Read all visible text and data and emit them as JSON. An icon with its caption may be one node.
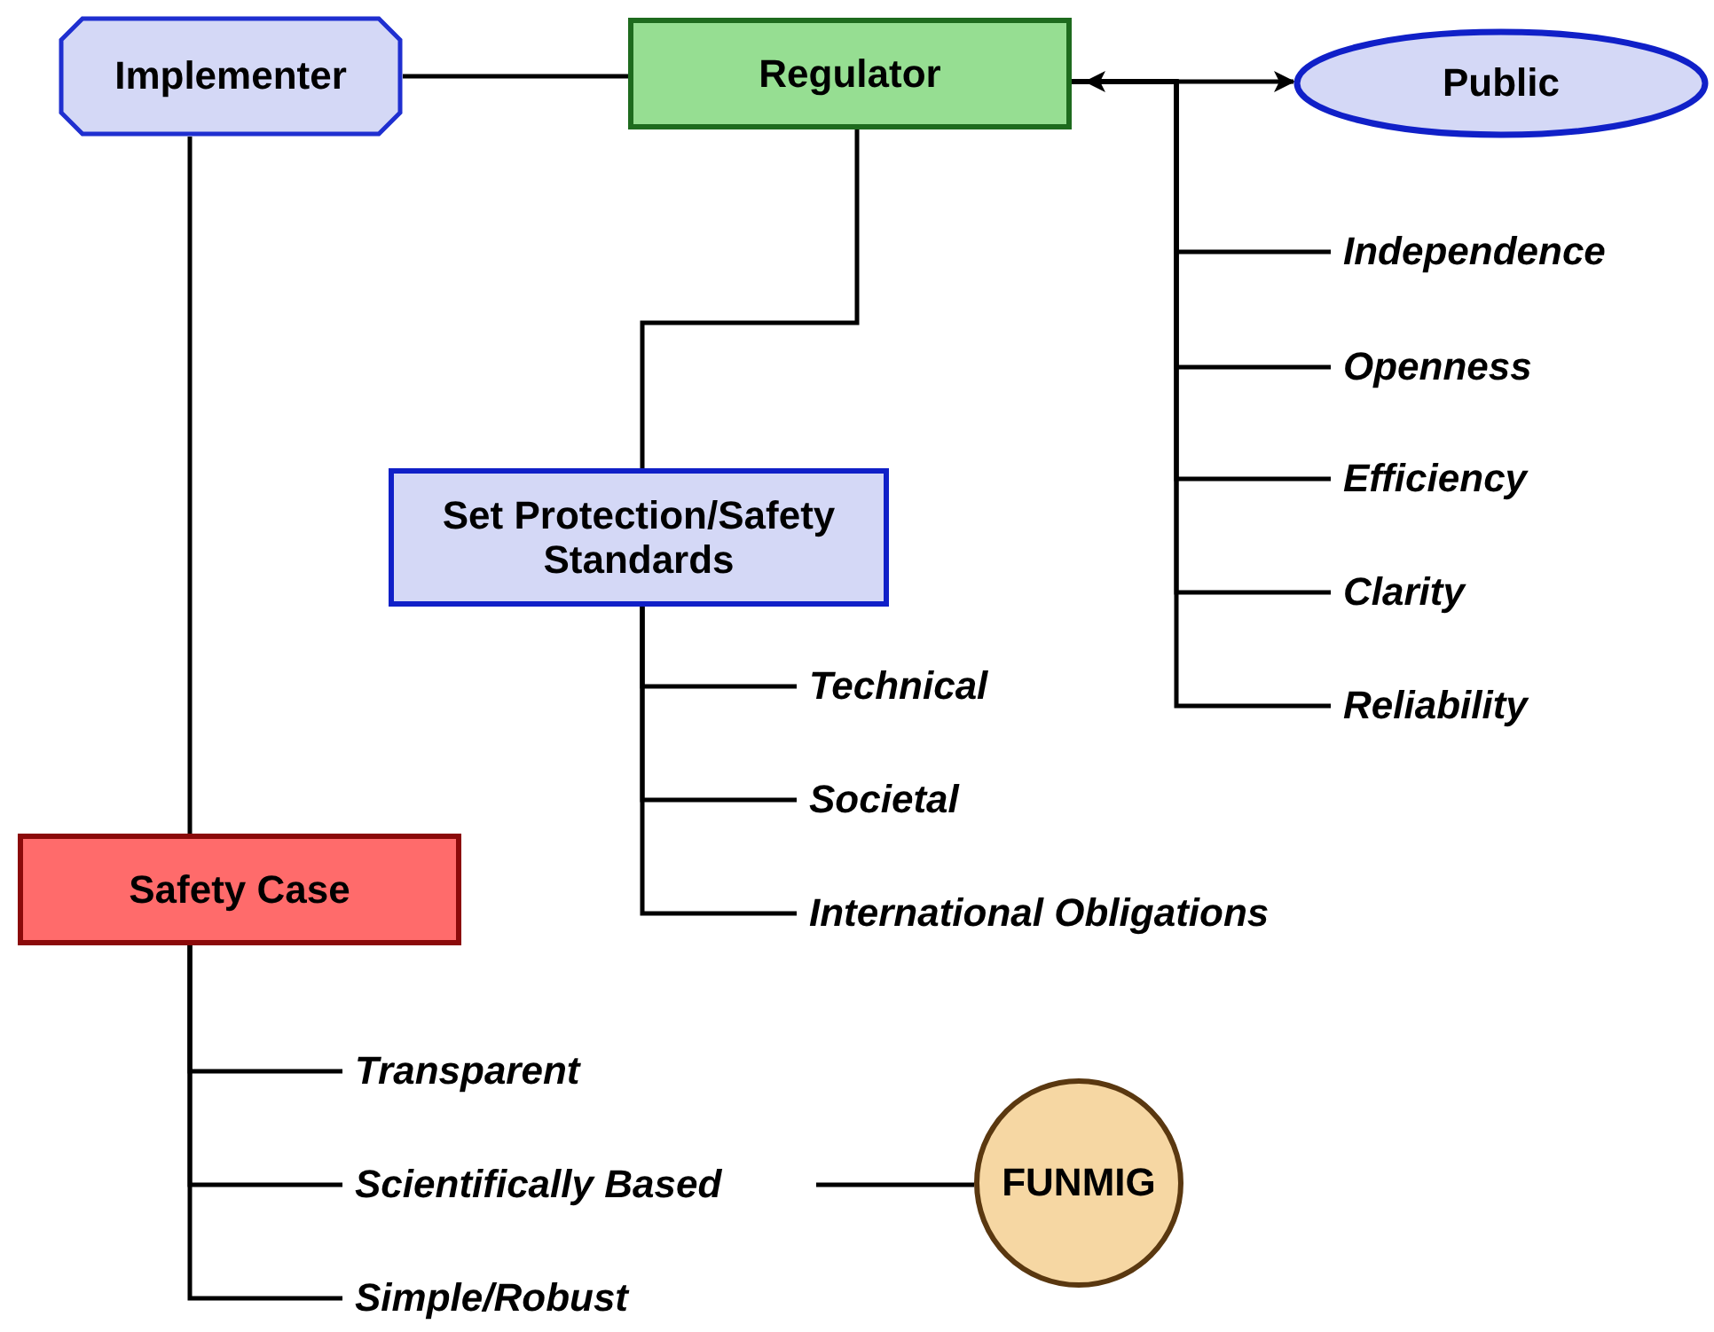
{
  "diagram": {
    "nodes": [
      {
        "text": [
          "Implementer"
        ]
      },
      {
        "text": [
          "Regulator"
        ]
      },
      {
        "text": [
          "Public"
        ]
      },
      {
        "text": [
          "Independence"
        ]
      },
      {
        "text": [
          "Openness"
        ]
      },
      {
        "text": [
          "Efficiency"
        ]
      },
      {
        "text": [
          "Clarity"
        ]
      },
      {
        "text": [
          "Reliability"
        ]
      },
      {
        "text": [
          "Set Protection/Safety Standards"
        ]
      },
      {
        "text": [
          "Technical"
        ]
      },
      {
        "text": [
          "Societal"
        ]
      },
      {
        "text": [
          "International Obligations"
        ]
      },
      {
        "text": [
          "Safety Case"
        ]
      },
      {
        "text": [
          "Transparent"
        ]
      },
      {
        "text": [
          "Scientifically Based"
        ]
      },
      {
        "text": [
          "Simple/Robust"
        ]
      },
      {
        "text": [
          "FUNMIG"
        ]
      }
    ],
    "edges": [
      {
        "from": 0,
        "to": 1,
        "arrow": "none"
      },
      {
        "from": 1,
        "to": 2,
        "arrow": "both"
      },
      {
        "from": 1,
        "to": 3,
        "arrow": "none"
      },
      {
        "from": 1,
        "to": 4,
        "arrow": "none"
      },
      {
        "from": 1,
        "to": 5,
        "arrow": "none"
      },
      {
        "from": 1,
        "to": 6,
        "arrow": "none"
      },
      {
        "from": 1,
        "to": 7,
        "arrow": "none"
      },
      {
        "from": 1,
        "to": 8,
        "arrow": "none"
      },
      {
        "from": 8,
        "to": 9,
        "arrow": "none"
      },
      {
        "from": 8,
        "to": 10,
        "arrow": "none"
      },
      {
        "from": 8,
        "to": 11,
        "arrow": "none"
      },
      {
        "from": 0,
        "to": 12,
        "arrow": "none"
      },
      {
        "from": 12,
        "to": 13,
        "arrow": "none"
      },
      {
        "from": 12,
        "to": 14,
        "arrow": "none"
      },
      {
        "from": 12,
        "to": 15,
        "arrow": "none"
      },
      {
        "from": 14,
        "to": 16,
        "arrow": "none"
      }
    ]
  }
}
